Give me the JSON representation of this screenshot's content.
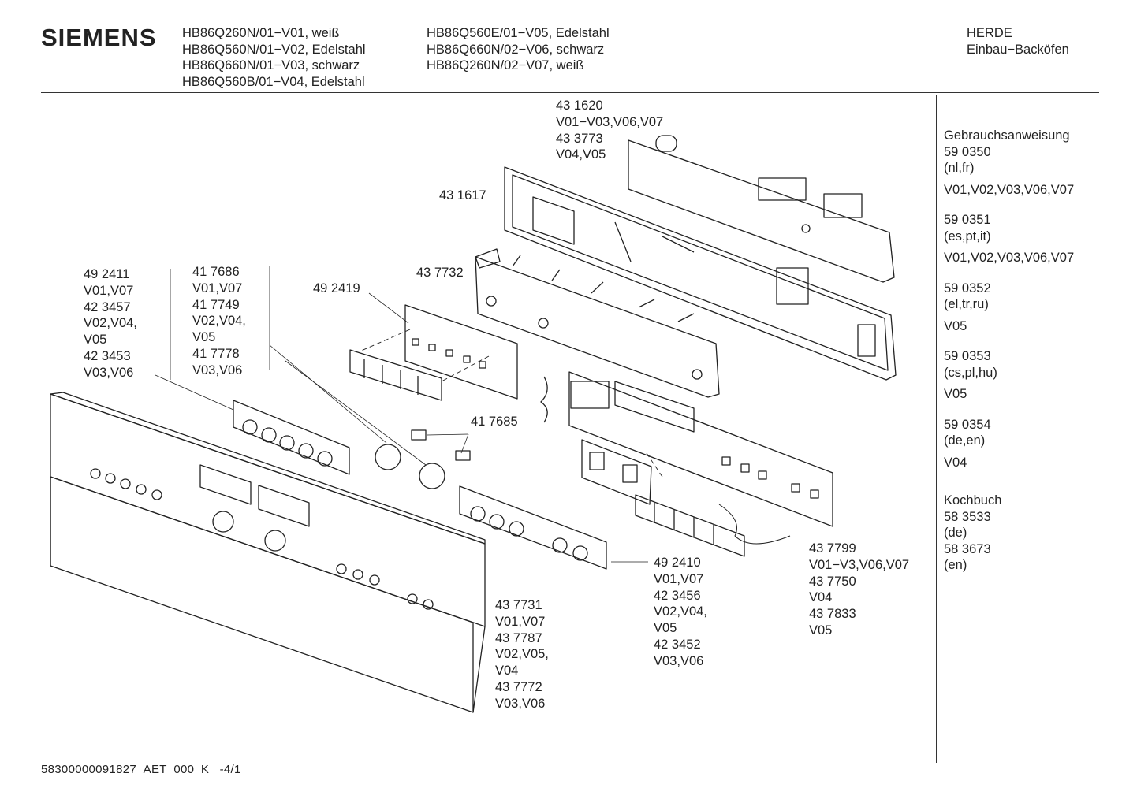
{
  "header": {
    "brand": "SIEMENS",
    "models_col1": [
      "HB86Q260N/01−V01, weiß",
      "HB86Q560N/01−V02, Edelstahl",
      "HB86Q660N/01−V03, schwarz",
      "HB86Q560B/01−V04, Edelstahl"
    ],
    "models_col2": [
      "HB86Q560E/01−V05, Edelstahl",
      "HB86Q660N/02−V06, schwarz",
      "HB86Q260N/02−V07, weiß"
    ],
    "category": [
      "HERDE",
      "Einbau−Backöfen"
    ]
  },
  "part_labels": {
    "p431620": [
      "43 1620",
      "V01−V03,V06,V07",
      "43 3773",
      "V04,V05"
    ],
    "p431617": [
      "43 1617"
    ],
    "p437732": [
      "43 7732"
    ],
    "p492419": [
      "49 2419"
    ],
    "p492411": [
      "49 2411",
      "V01,V07",
      "42 3457",
      "V02,V04,",
      "V05",
      "42 3453",
      "V03,V06"
    ],
    "p417686": [
      "41 7686",
      "V01,V07",
      "41 7749",
      "V02,V04,",
      "V05",
      "41 7778",
      "V03,V06"
    ],
    "p417685": [
      "41 7685"
    ],
    "p492410": [
      "49 2410",
      "V01,V07",
      "42 3456",
      "V02,V04,",
      "V05",
      "42 3452",
      "V03,V06"
    ],
    "p437799": [
      "43 7799",
      "V01−V3,V06,V07",
      "43 7750",
      "V04",
      "43 7833",
      "V05"
    ],
    "p437731": [
      "43 7731",
      "V01,V07",
      "43 7787",
      "V02,V05,",
      "V04",
      "43 7772",
      "V03,V06"
    ]
  },
  "sidebar": {
    "manual_title": "Gebrauchsanweisung",
    "manuals": [
      {
        "number": "59 0350",
        "langs": "(nl,fr)",
        "variants": "V01,V02,V03,V06,V07"
      },
      {
        "number": "59 0351",
        "langs": "(es,pt,it)",
        "variants": "V01,V02,V03,V06,V07"
      },
      {
        "number": "59 0352",
        "langs": "(el,tr,ru)",
        "variants": "V05"
      },
      {
        "number": "59 0353",
        "langs": "(cs,pl,hu)",
        "variants": "V05"
      },
      {
        "number": "59 0354",
        "langs": "(de,en)",
        "variants": "V04"
      }
    ],
    "cookbook_title": "Kochbuch",
    "cookbooks": [
      {
        "number": "58 3533",
        "langs": "(de)"
      },
      {
        "number": "58 3673",
        "langs": "(en)"
      }
    ]
  },
  "footer": {
    "code": "58300000091827_AET_000_K   -4/1"
  }
}
